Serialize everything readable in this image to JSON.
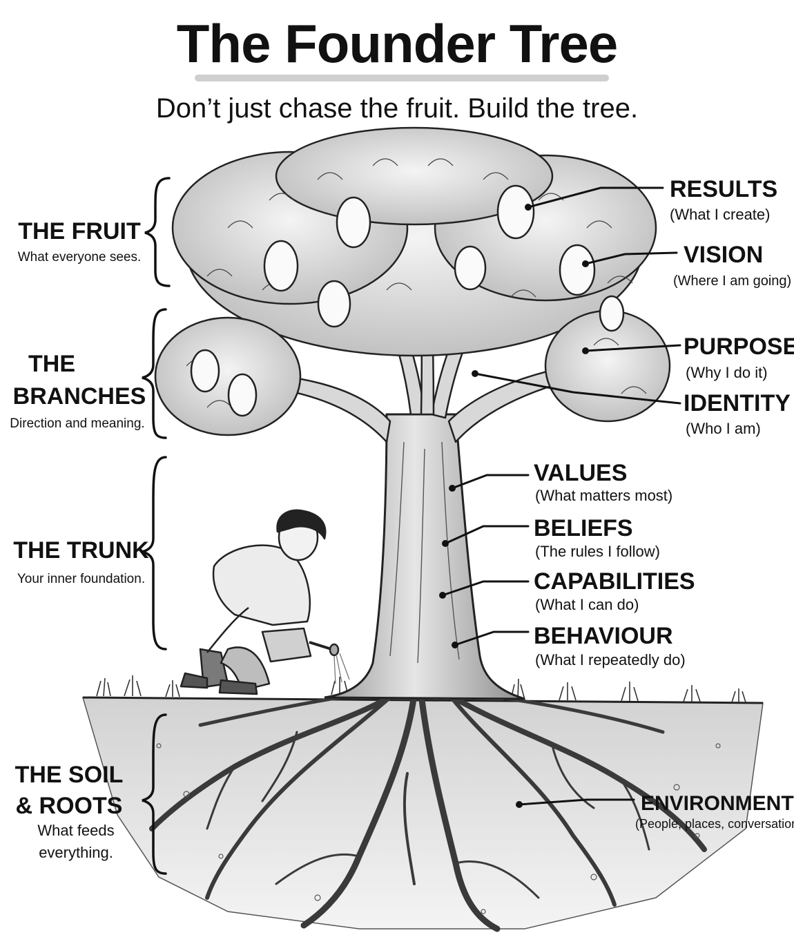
{
  "header": {
    "title": "The Founder Tree",
    "subtitle": "Don’t just chase the fruit. Build the tree."
  },
  "sections": [
    {
      "title": "THE FRUIT",
      "description": "What everyone sees."
    },
    {
      "title_line1": "THE",
      "title_line2": "BRANCHES",
      "description": "Direction and meaning."
    },
    {
      "title": "THE TRUNK",
      "description": "Your inner foundation."
    },
    {
      "title_line1": "THE SOIL",
      "title_line2": "& ROOTS",
      "description_line1": "What feeds",
      "description_line2": "everything."
    }
  ],
  "labels": [
    {
      "name": "RESULTS",
      "desc": "(What I create)"
    },
    {
      "name": "VISION",
      "desc": "(Where I am going)"
    },
    {
      "name": "PURPOSE",
      "desc": "(Why I do it)"
    },
    {
      "name": "IDENTITY",
      "desc": "(Who I am)"
    },
    {
      "name": "VALUES",
      "desc": "(What matters most)"
    },
    {
      "name": "BELIEFS",
      "desc": "(The rules I follow)"
    },
    {
      "name": "CAPABILITIES",
      "desc": "(What I can do)"
    },
    {
      "name": "BEHAVIOUR",
      "desc": "(What I repeatedly do)"
    },
    {
      "name": "ENVIRONMENT",
      "desc": "(People, places, conversations)"
    }
  ]
}
